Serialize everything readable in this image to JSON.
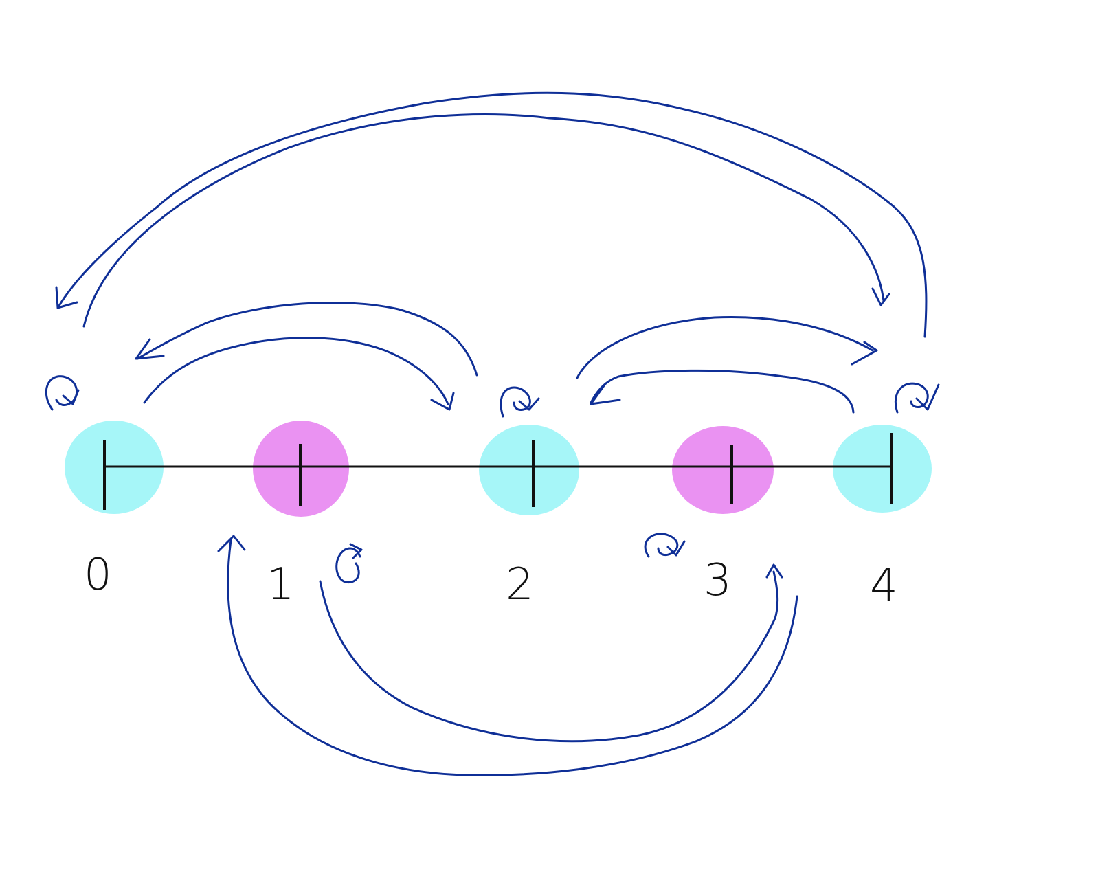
{
  "nodes": [
    {
      "label": "0",
      "fill": "cyan",
      "self_loop": "above"
    },
    {
      "label": "1",
      "fill": "magenta",
      "self_loop": "below"
    },
    {
      "label": "2",
      "fill": "cyan",
      "self_loop": "above"
    },
    {
      "label": "3",
      "fill": "magenta",
      "self_loop": "below"
    },
    {
      "label": "4",
      "fill": "cyan",
      "self_loop": "above"
    }
  ],
  "colors": {
    "cyan": "#a6f6f8",
    "magenta": "#ea92f2",
    "arrow": "#0f2f97",
    "axis": "#111111"
  }
}
